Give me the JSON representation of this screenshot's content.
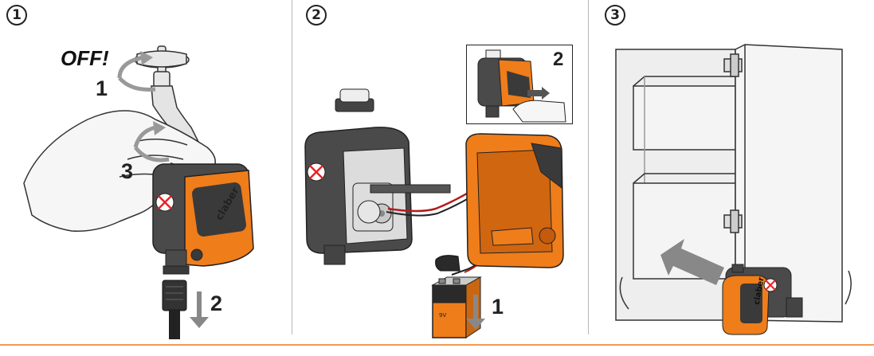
{
  "steps": [
    {
      "badge": "1",
      "off_label": "OFF!",
      "callouts": [
        "1",
        "3",
        "2"
      ]
    },
    {
      "badge": "2",
      "inset_number": "2",
      "callout": "1",
      "battery_label": "9V"
    },
    {
      "badge": "3"
    }
  ],
  "brand_text": "claber",
  "colors": {
    "accent_orange": "#ef7d1a",
    "body_dark": "#4a4a4a",
    "rule_orange": "#f29a55",
    "skin": "#f6f6f6",
    "arrow_grey": "#888888"
  }
}
